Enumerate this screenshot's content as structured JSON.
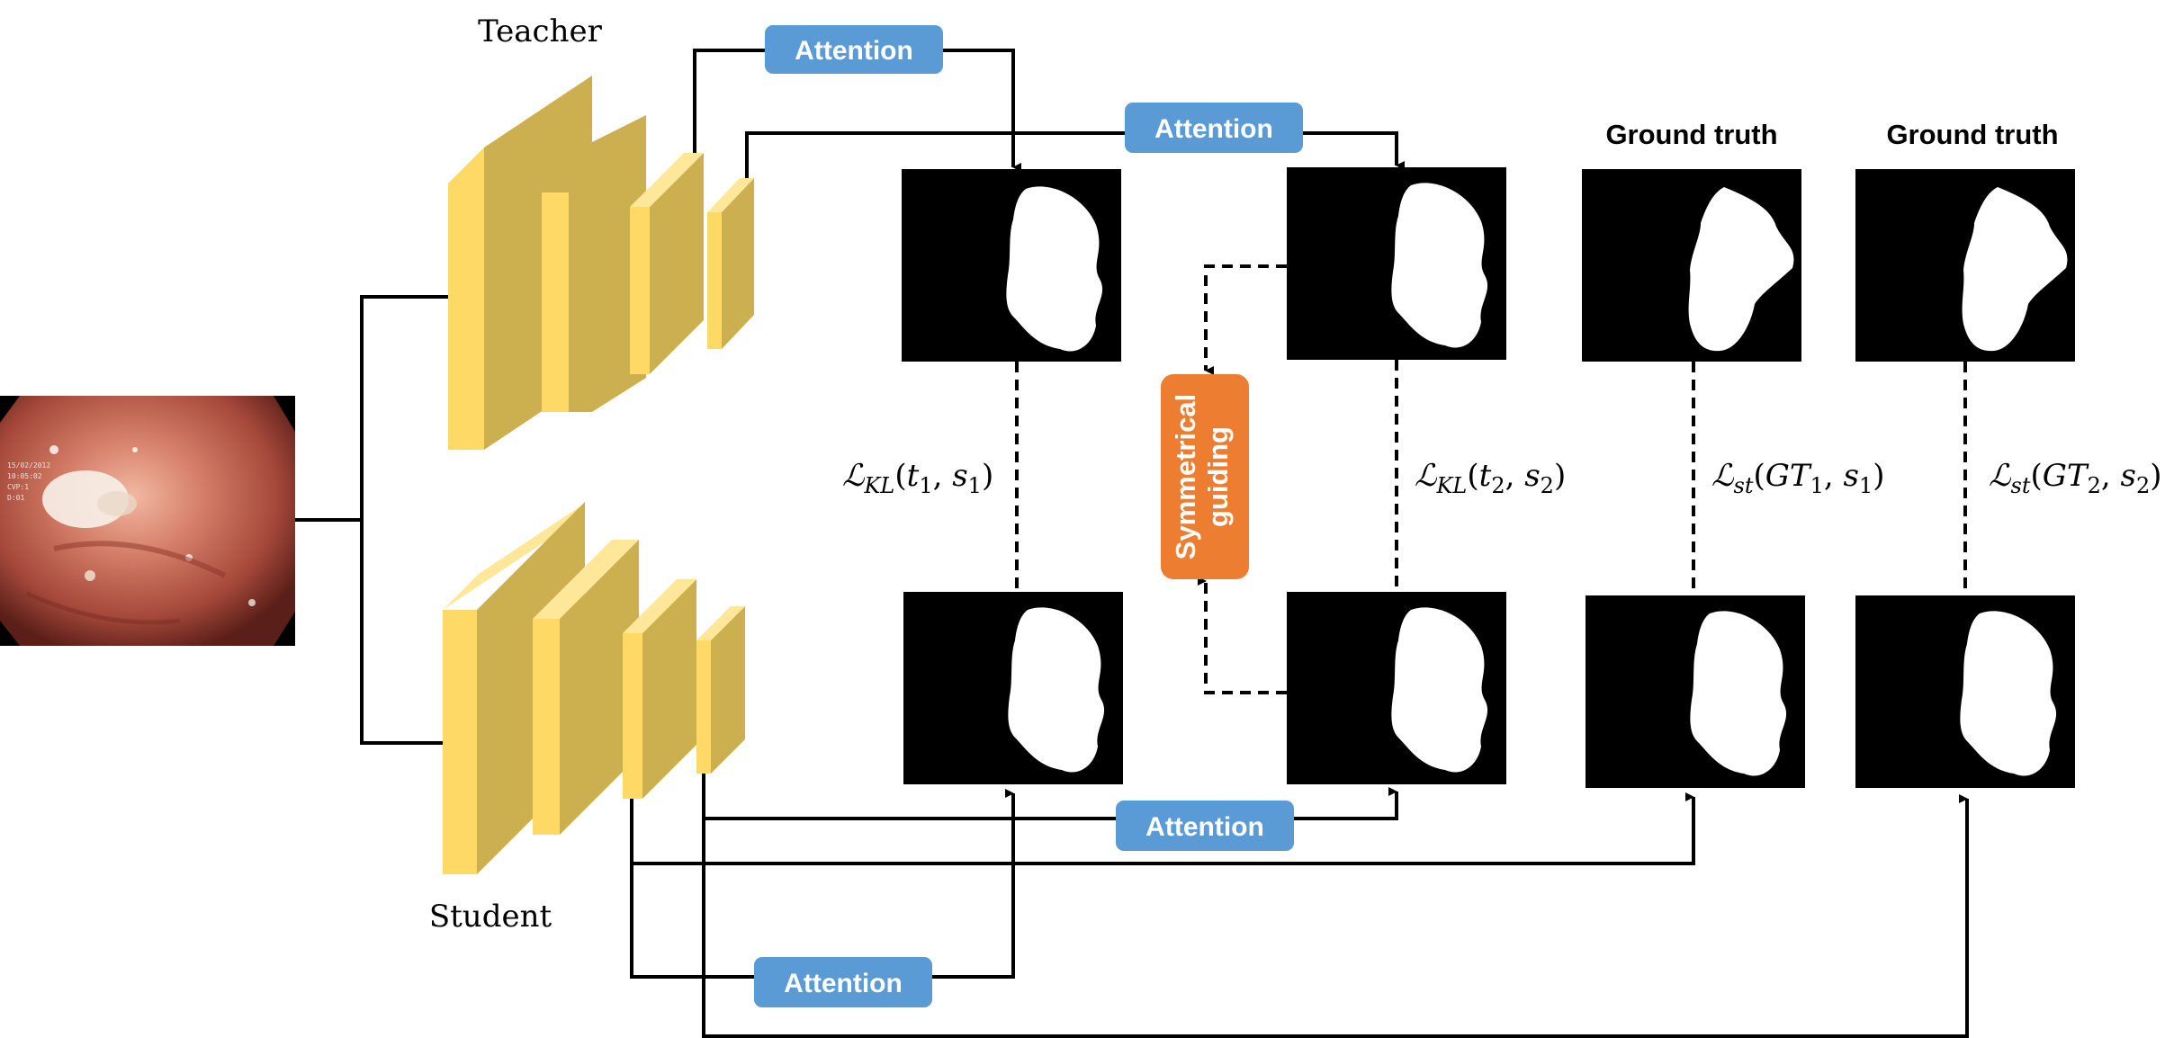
{
  "labels": {
    "teacher": "Teacher",
    "student": "Student",
    "gt1": "Ground truth",
    "gt2": "Ground truth",
    "symmetrical": "Symmetrical",
    "guiding": "guiding"
  },
  "attention": {
    "a1": "Attention",
    "a2": "Attention",
    "a3": "Attention",
    "a4": "Attention"
  },
  "losses": {
    "kl1": {
      "name": "KL",
      "a": "t",
      "a_sub": "1",
      "b": "s",
      "b_sub": "1"
    },
    "kl2": {
      "name": "KL",
      "a": "t",
      "a_sub": "2",
      "b": "s",
      "b_sub": "2"
    },
    "st1": {
      "name": "st",
      "a": "GT",
      "a_sub": "1",
      "b": "s",
      "b_sub": "1"
    },
    "st2": {
      "name": "st",
      "a": "GT",
      "a_sub": "2",
      "b": "s",
      "b_sub": "2"
    }
  },
  "colors": {
    "block_face": "#FFD966",
    "block_side": "#CCB050",
    "attention_box": "#5B9BD5",
    "guiding_box": "#ED7D31",
    "line": "#000000"
  }
}
